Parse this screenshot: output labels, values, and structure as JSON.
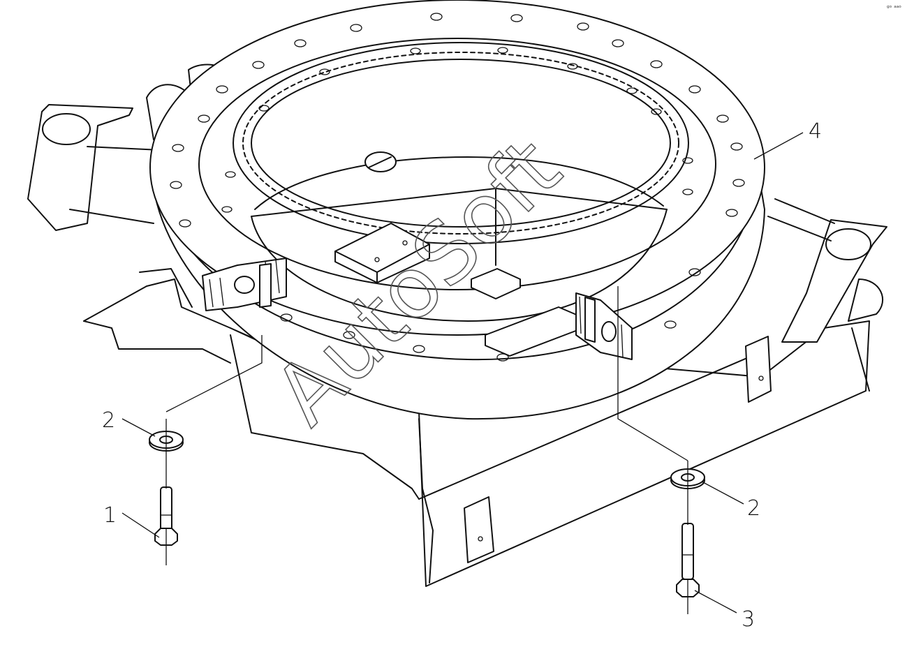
{
  "callouts": [
    {
      "id": "1",
      "label": "1"
    },
    {
      "id": "2a",
      "label": "2"
    },
    {
      "id": "2b",
      "label": "2"
    },
    {
      "id": "3",
      "label": "3"
    },
    {
      "id": "4",
      "label": "4"
    }
  ],
  "watermark": {
    "text": "AutoSoft"
  },
  "corner_mark": {
    "text": "ᵍᵒ ᵃᵃᵒ"
  }
}
